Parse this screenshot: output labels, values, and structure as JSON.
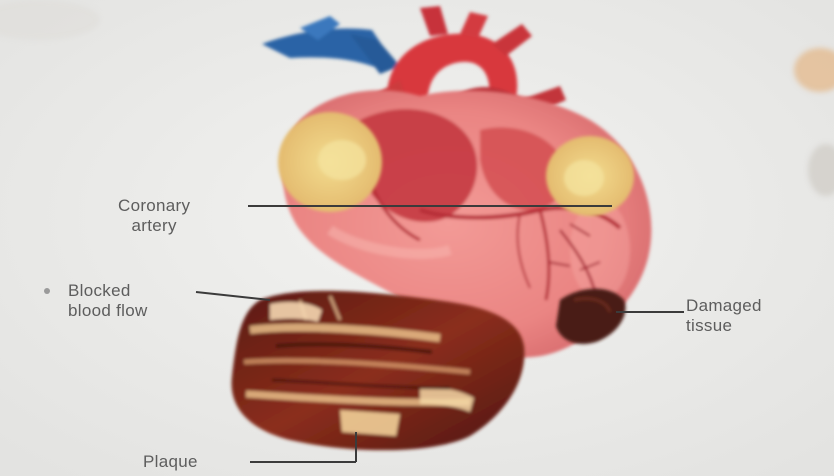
{
  "diagram": {
    "labels": {
      "coronary_artery": [
        "Coronary",
        "artery"
      ],
      "blocked_blood_flow": [
        "Blocked",
        "blood flow"
      ],
      "damaged_tissue": [
        "Damaged",
        "tissue"
      ],
      "plaque": "Plaque"
    },
    "colors": {
      "background": "#e9e9e7",
      "heart_pink": "#ef8e8c",
      "heart_dark": "#c43d3f",
      "aorta_red": "#d8383d",
      "vein_blue": "#2b64a6",
      "fat_yellow": "#e7cf77",
      "artery_section": "#7d2416",
      "plaque_tan": "#e9c08a",
      "damage_dark": "#4a1d16",
      "leader_line": "#3b3b3b"
    }
  }
}
